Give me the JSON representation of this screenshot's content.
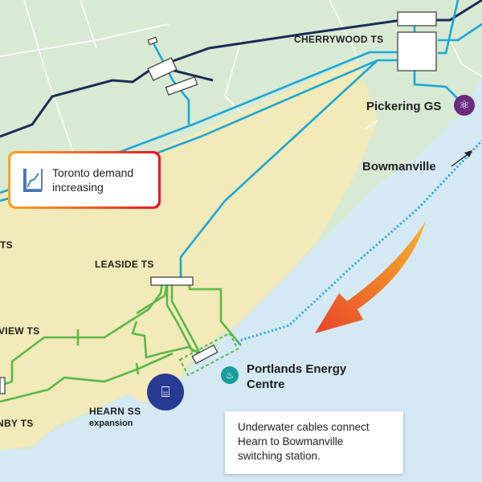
{
  "callout": {
    "text_line1": "Toronto demand",
    "text_line2": "increasing",
    "icon": "chart-trend-icon"
  },
  "labels": {
    "cherrywood": "CHERRYWOOD TS",
    "pickering": "Pickering GS",
    "bowmanville": "Bowmanville",
    "leaside": "LEASIDE TS",
    "ts_left": "TS",
    "view_ts": "VIEW TS",
    "nby_ts": "NBY TS",
    "hearn": "HEARN SS",
    "hearn_sub": "expansion",
    "portlands_line1": "Portlands Energy",
    "portlands_line2": "Centre"
  },
  "note": {
    "text": "Underwater cables connect Hearn to Bowmanville switching station."
  },
  "colors": {
    "land_green": "#d8ead3",
    "land_tan": "#f2eab8",
    "water": "#d5e9f5",
    "line_navy": "#1d2b57",
    "line_cyan": "#1aa7d9",
    "line_green": "#5bb849",
    "hearn": "#273a94",
    "pickering": "#6b2a7f",
    "portlands": "#1a9c9c"
  }
}
